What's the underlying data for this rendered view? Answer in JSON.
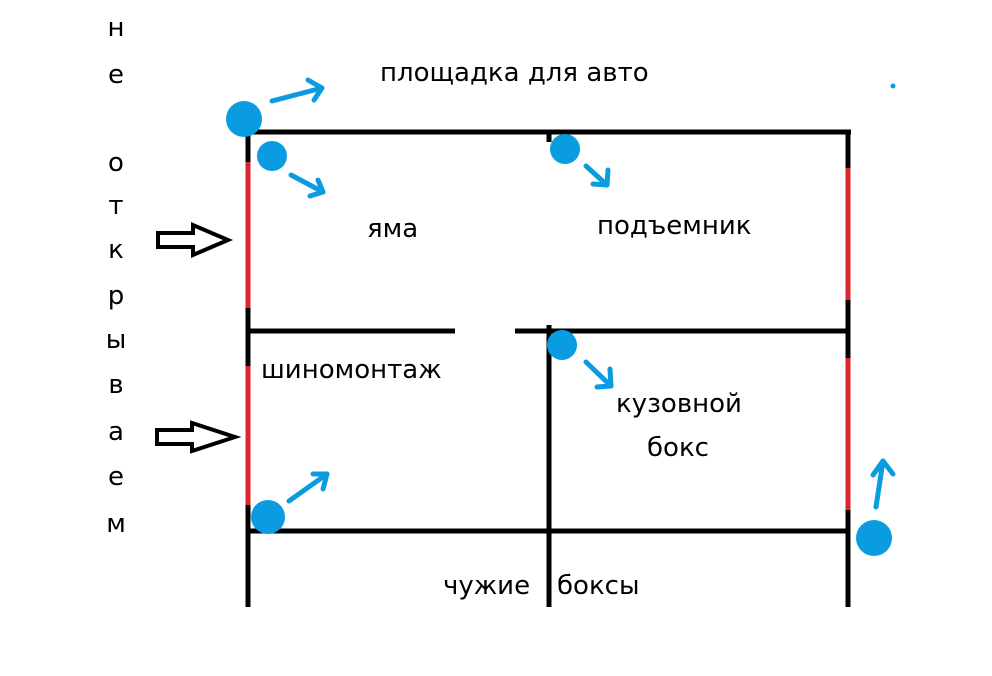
{
  "diagram": {
    "title": "План помещения автосервиса",
    "colors": {
      "wall": "#000000",
      "gate": "#d9262f",
      "marker": "#0a9be0",
      "background": "#ffffff"
    },
    "vertical_note": {
      "text": "не открываем",
      "letters": [
        "н",
        "е",
        "",
        "о",
        "т",
        "к",
        "р",
        "ы",
        "в",
        "а",
        "е",
        "м"
      ]
    },
    "labels": {
      "parking": "площадка для авто",
      "pit": "яма",
      "lift": "подъемник",
      "tire_service": "шиномонтаж",
      "body_shop_line1": "кузовной",
      "body_shop_line2": "бокс",
      "other_boxes_1": "чужие",
      "other_boxes_2": "боксы"
    },
    "rooms": [
      {
        "id": "pit",
        "name": "яма"
      },
      {
        "id": "lift",
        "name": "подъемник"
      },
      {
        "id": "tire_service",
        "name": "шиномонтаж"
      },
      {
        "id": "body_shop",
        "name": "кузовной бокс"
      },
      {
        "id": "other_boxes",
        "name": "чужие боксы"
      }
    ],
    "entry_arrows": [
      {
        "id": "entry-arrow-pit",
        "icon": "hollow-right-arrow-icon"
      },
      {
        "id": "entry-arrow-tire",
        "icon": "hollow-right-arrow-icon"
      }
    ],
    "cameras": [
      {
        "id": "camera-outside-top-left",
        "icon": "camera-dot-icon",
        "direction": "right-up"
      },
      {
        "id": "camera-pit",
        "icon": "camera-dot-icon",
        "direction": "down-right"
      },
      {
        "id": "camera-lift",
        "icon": "camera-dot-icon",
        "direction": "down-right"
      },
      {
        "id": "camera-body-shop",
        "icon": "camera-dot-icon",
        "direction": "down-right"
      },
      {
        "id": "camera-tire-service",
        "icon": "camera-dot-icon",
        "direction": "up-right"
      },
      {
        "id": "camera-outside-bottom-right",
        "icon": "camera-dot-icon",
        "direction": "up"
      }
    ]
  }
}
